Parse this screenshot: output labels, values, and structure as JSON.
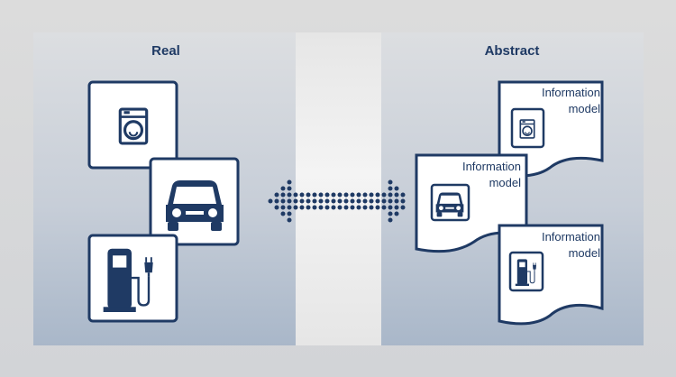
{
  "real_panel": {
    "heading": "Real"
  },
  "abstract_panel": {
    "heading": "Abstract",
    "cards": [
      {
        "label": "Information\nmodel",
        "icon": "washing-machine-icon"
      },
      {
        "label": "Information\nmodel",
        "icon": "car-icon"
      },
      {
        "label": "Information\nmodel",
        "icon": "charging-station-icon"
      }
    ]
  },
  "real_tiles": [
    {
      "icon": "washing-machine-icon"
    },
    {
      "icon": "car-icon"
    },
    {
      "icon": "charging-station-icon"
    }
  ],
  "connector": {
    "icon": "double-arrow-dots-icon"
  },
  "colors": {
    "primary": "#1f3a64",
    "panel_top": "#dcdee1",
    "panel_bottom": "#a9b7c9",
    "card_fill": "#ffffff"
  }
}
